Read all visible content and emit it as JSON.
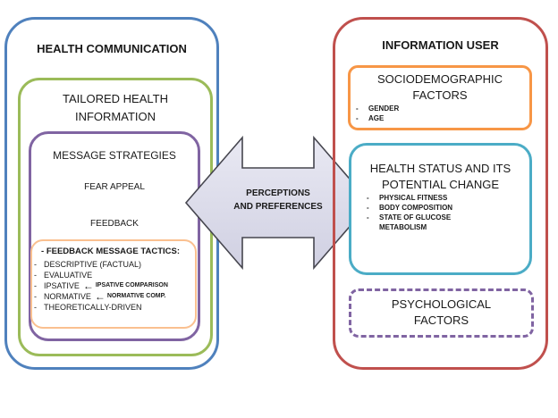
{
  "left": {
    "title": "HEALTH COMMUNICATION",
    "tailored": {
      "line1": "TAILORED HEALTH",
      "line2": "INFORMATION"
    },
    "message_strategies": "MESSAGE STRATEGIES",
    "fear_appeal": "FEAR APPEAL",
    "feedback": "FEEDBACK",
    "tactics": {
      "title": "FEEDBACK MESSAGE TACTICS:",
      "items": [
        {
          "label": "DESCRIPTIVE (FACTUAL)",
          "note": ""
        },
        {
          "label": "EVALUATIVE",
          "note": ""
        },
        {
          "label": "IPSATIVE",
          "note": "IPSATIVE COMPARISON"
        },
        {
          "label": "NORMATIVE",
          "note": "NORMATIVE COMP."
        },
        {
          "label": "THEORETICALLY-DRIVEN",
          "note": ""
        }
      ]
    }
  },
  "center": {
    "line1": "PERCEPTIONS",
    "line2": "AND PREFERENCES"
  },
  "right": {
    "title": "INFORMATION USER",
    "sociodemographic": {
      "line1": "SOCIODEMOGRAPHIC",
      "line2": "FACTORS",
      "items": [
        "GENDER",
        "AGE"
      ]
    },
    "health_status": {
      "line1": "HEALTH STATUS AND ITS",
      "line2": "POTENTIAL CHANGE",
      "items": [
        "PHYSICAL FITNESS",
        "BODY COMPOSITION",
        "STATE OF GLUCOSE",
        "METABOLISM"
      ]
    },
    "psychological": {
      "line1": "PSYCHOLOGICAL",
      "line2": "FACTORS"
    }
  },
  "colors": {
    "blue": "#4f81bd",
    "green": "#9bbb59",
    "purple": "#8064a2",
    "peach": "#fac090",
    "red": "#c0504d",
    "orange": "#f79646",
    "teal": "#4bacc6",
    "arrow_fill": "#dcdcea"
  }
}
